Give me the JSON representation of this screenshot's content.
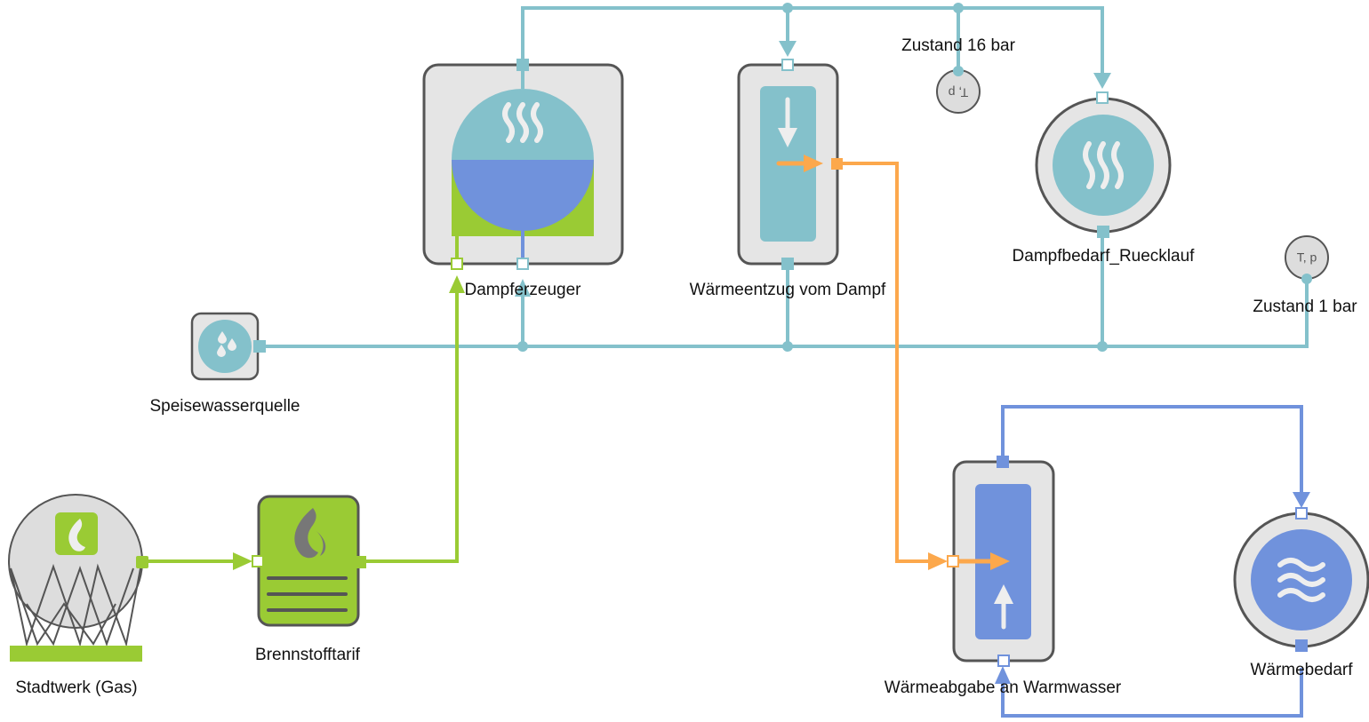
{
  "colors": {
    "steam": "#84c1cb",
    "water": "#7092dc",
    "fuel": "#9acb34",
    "heat": "#fca84c",
    "body_fill": "#e5e5e5",
    "body_stroke": "#555555",
    "icon_light": "#eeeeee",
    "flame_gray": "#777777"
  },
  "components": {
    "dampferzeuger": {
      "label": "Dampferzeuger",
      "icon": "steam-boiler-icon"
    },
    "waermeentzug": {
      "label": "Wärmeentzug vom Dampf",
      "icon": "heat-exchanger-icon"
    },
    "dampfbedarf": {
      "label": "Dampfbedarf_Ruecklauf",
      "icon": "steam-demand-icon"
    },
    "speisewasser": {
      "label": "Speisewasserquelle",
      "icon": "water-drops-icon"
    },
    "stadtwerk": {
      "label": "Stadtwerk (Gas)",
      "icon": "gas-tank-icon"
    },
    "brennstoff": {
      "label": "Brennstofftarif",
      "icon": "fuel-tariff-icon"
    },
    "waermeabgabe": {
      "label": "Wärmeabgabe an Warmwasser",
      "icon": "heat-exchanger-icon"
    },
    "waermebedarf": {
      "label": "Wärmebedarf",
      "icon": "heat-demand-icon"
    }
  },
  "sensors": {
    "zustand16": {
      "label": "Zustand 16 bar",
      "readout": "T, p"
    },
    "zustand1": {
      "label": "Zustand 1 bar",
      "readout": "T, p"
    }
  }
}
